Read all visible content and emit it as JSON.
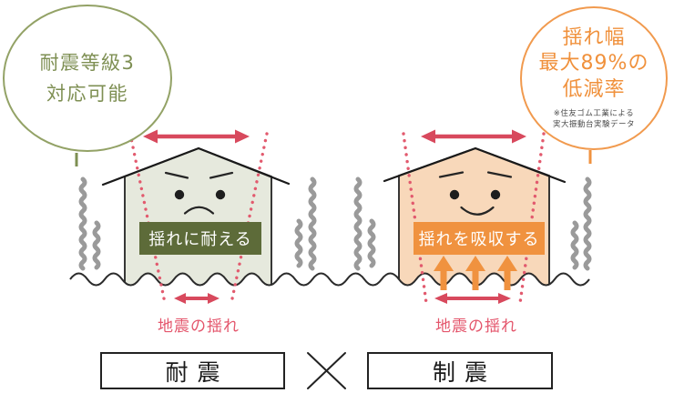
{
  "left_annotation": {
    "line1": "耐震等級3",
    "line2": "対応可能"
  },
  "right_annotation": {
    "line1": "揺れ幅",
    "line2": "最大89%の",
    "line3": "低減率",
    "note1": "※住友ゴム工業による",
    "note2": "実大振動台実験データ"
  },
  "left_house": {
    "badge": "揺れに耐える",
    "ground_label": "地震の揺れ"
  },
  "right_house": {
    "badge": "揺れを吸収する",
    "ground_label": "地震の揺れ"
  },
  "footer": {
    "left": "耐震",
    "right": "制震"
  },
  "colors": {
    "green": "#7e8f53",
    "orange": "#f0913c",
    "red_arrow": "#d8495d",
    "pink_label": "#e4566c",
    "left_badge_bg": "#5d6b39",
    "right_badge_bg": "#f0923f",
    "left_house_fill": "#e6e9dd",
    "right_house_fill": "#f8d8ba",
    "squiggle_gray": "#9a9a9a",
    "outline_black": "#222222"
  }
}
